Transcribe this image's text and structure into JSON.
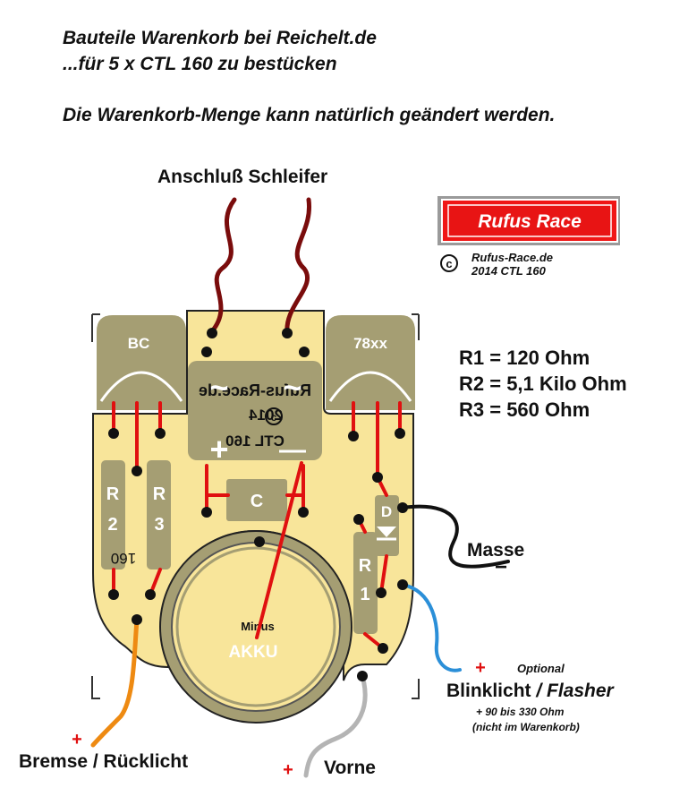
{
  "header": {
    "line1": "Bauteile Warenkorb bei Reichelt.de",
    "line2": "...für 5 x CTL 160 zu bestücken",
    "line3": "Die Warenkorb-Menge kann natürlich geändert werden."
  },
  "labels": {
    "connector": "Anschluß Schleifer",
    "masse": "Masse",
    "masse_sign": "−",
    "blink": "Blinklicht",
    "blink_sep": " / ",
    "flasher": "Flasher",
    "optional": "Optional",
    "blink_note1": "+ 90 bis 330 Ohm",
    "blink_note2": "(nicht im Warenkorb)",
    "brake": "Bremse / Rücklicht",
    "front": "Vorne",
    "plus": "+"
  },
  "logo": {
    "brand": "Rufus Race",
    "copyright_symbol": "c",
    "site": "Rufus-Race.de",
    "year_model": "2014 CTL 160"
  },
  "resistors": [
    "R1 = 120 Ohm",
    "R2 = 5,1 Kilo Ohm",
    "R3 = 560 Ohm"
  ],
  "board": {
    "transistor_left": "BC",
    "regulator_right": "78xx",
    "bridge_line1": "Rufus-Race.de",
    "bridge_line2": "2014",
    "bridge_line3": "CTL 160",
    "bridge_c": "C",
    "bridge_ac": "~",
    "bridge_plus": "+",
    "bridge_minus": "—",
    "capacitor": "C",
    "r2_a": "R",
    "r2_b": "2",
    "r3_a": "R",
    "r3_b": "3",
    "r1_a": "R",
    "r1_b": "1",
    "diode": "D",
    "pcb_number": "160",
    "battery_minus": "Minus",
    "battery": "AKKU"
  },
  "colors": {
    "pcb": "#f8e59a",
    "component": "#a59e73",
    "trace_red": "#e01010",
    "wire_dark": "#7a0c0c",
    "wire_orange": "#ee8a12",
    "wire_blue": "#2b8fd8",
    "wire_gray": "#b4b4b4",
    "logo_red": "#e81414"
  }
}
